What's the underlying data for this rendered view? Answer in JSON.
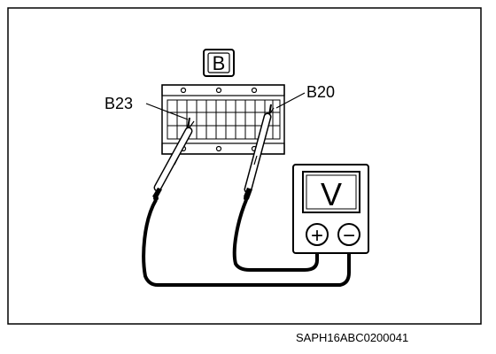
{
  "connector": {
    "id_letter": "B",
    "left_terminal": "B23",
    "right_terminal": "B20"
  },
  "meter": {
    "display_symbol": "V",
    "positive_symbol": "+",
    "negative_symbol": "−"
  },
  "footer": {
    "figure_code": "SAPH16ABC0200041"
  }
}
